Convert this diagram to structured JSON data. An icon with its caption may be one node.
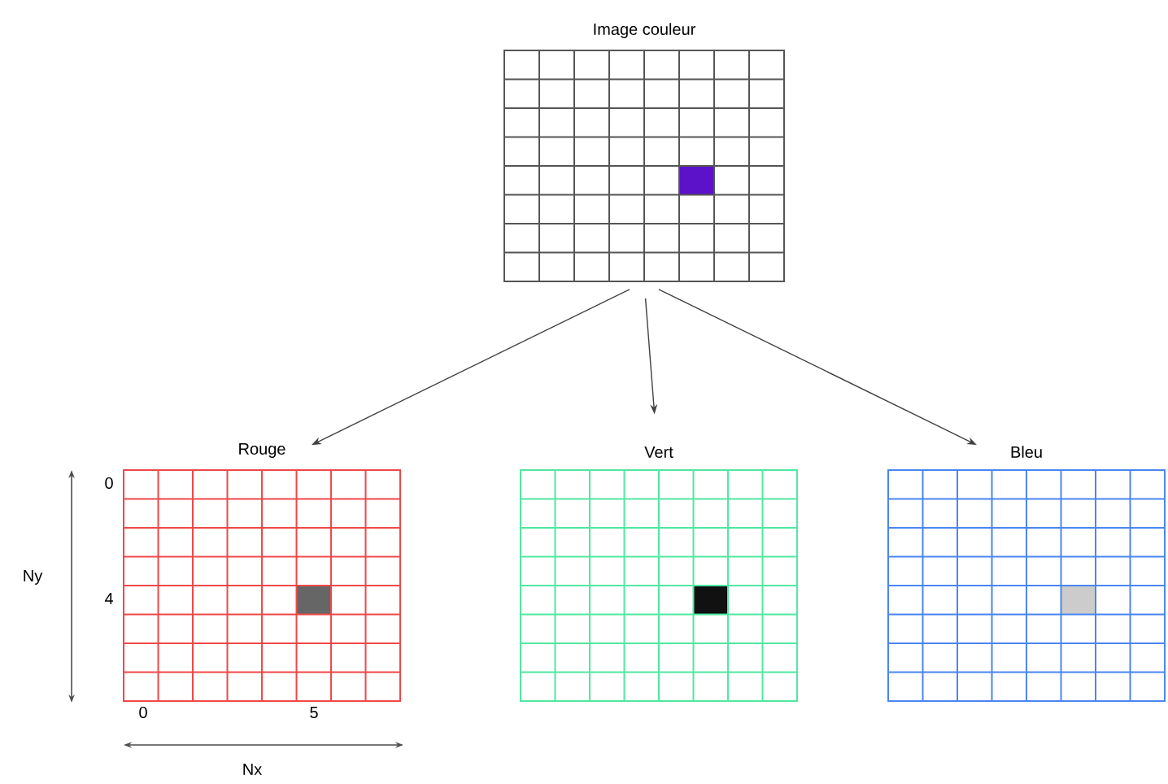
{
  "diagram": {
    "nodes": [
      {
        "text": [
          "Image couleur"
        ]
      },
      {
        "text": [
          "Rouge"
        ]
      },
      {
        "text": [
          "Vert"
        ]
      },
      {
        "text": [
          "Bleu"
        ]
      }
    ],
    "edges": [
      {
        "from": 0,
        "to": 1,
        "arrow": "to"
      },
      {
        "from": 0,
        "to": 2,
        "arrow": "to"
      },
      {
        "from": 0,
        "to": 3,
        "arrow": "to"
      }
    ],
    "labels": [
      "0",
      "Ny",
      "4",
      "0",
      "5",
      "Nx"
    ]
  }
}
